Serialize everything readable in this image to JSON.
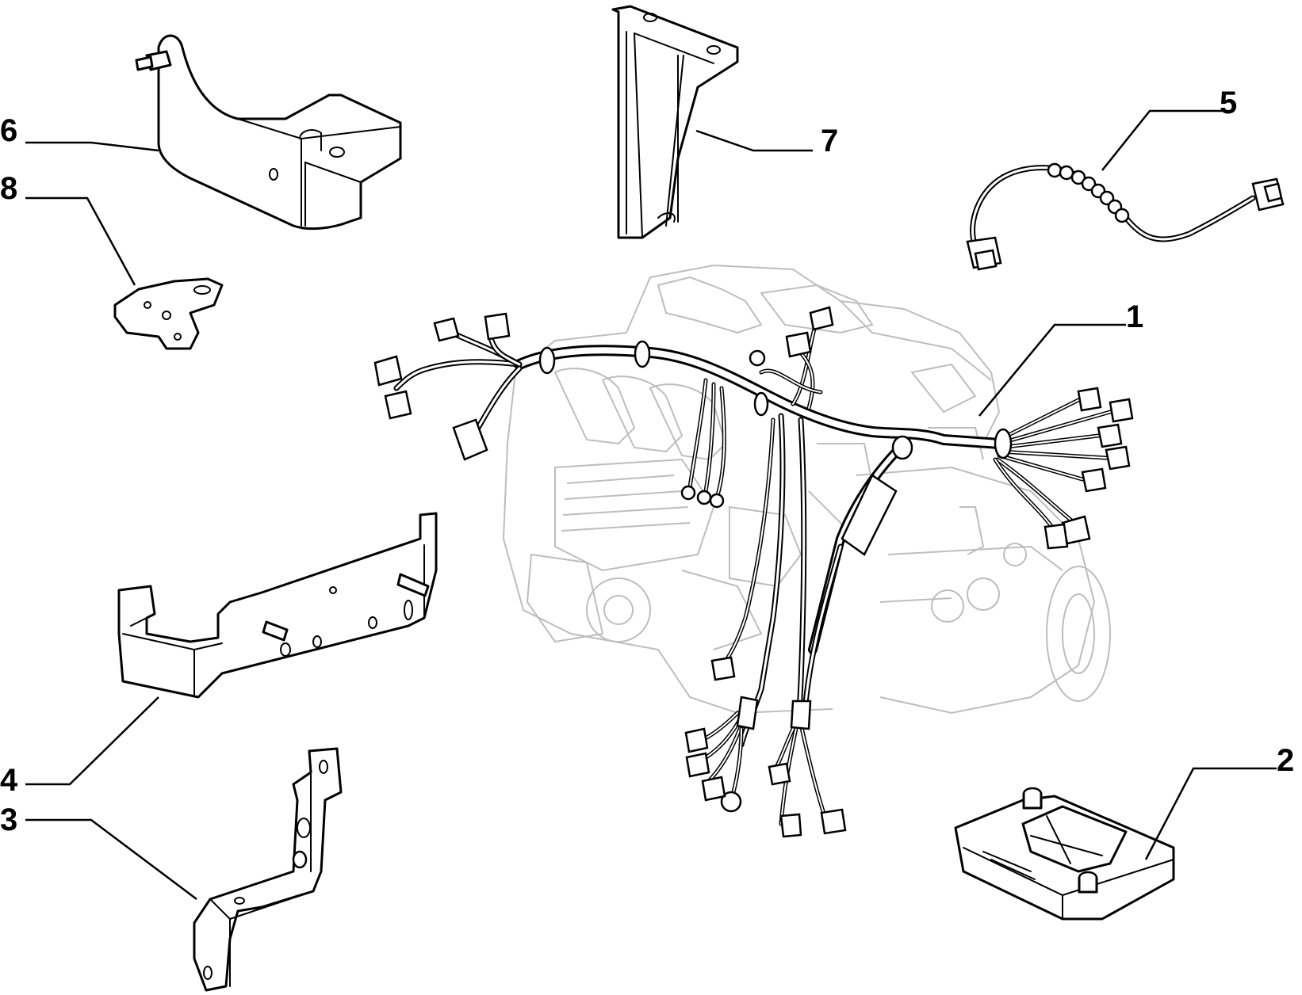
{
  "callouts": [
    {
      "id": "1",
      "label": "1"
    },
    {
      "id": "2",
      "label": "2"
    },
    {
      "id": "3",
      "label": "3"
    },
    {
      "id": "4",
      "label": "4"
    },
    {
      "id": "5",
      "label": "5"
    },
    {
      "id": "6",
      "label": "6"
    },
    {
      "id": "7",
      "label": "7"
    },
    {
      "id": "8",
      "label": "8"
    }
  ],
  "colors": {
    "line": "#000000",
    "engine_ghost": "#bdbdbd",
    "background": "#ffffff"
  }
}
